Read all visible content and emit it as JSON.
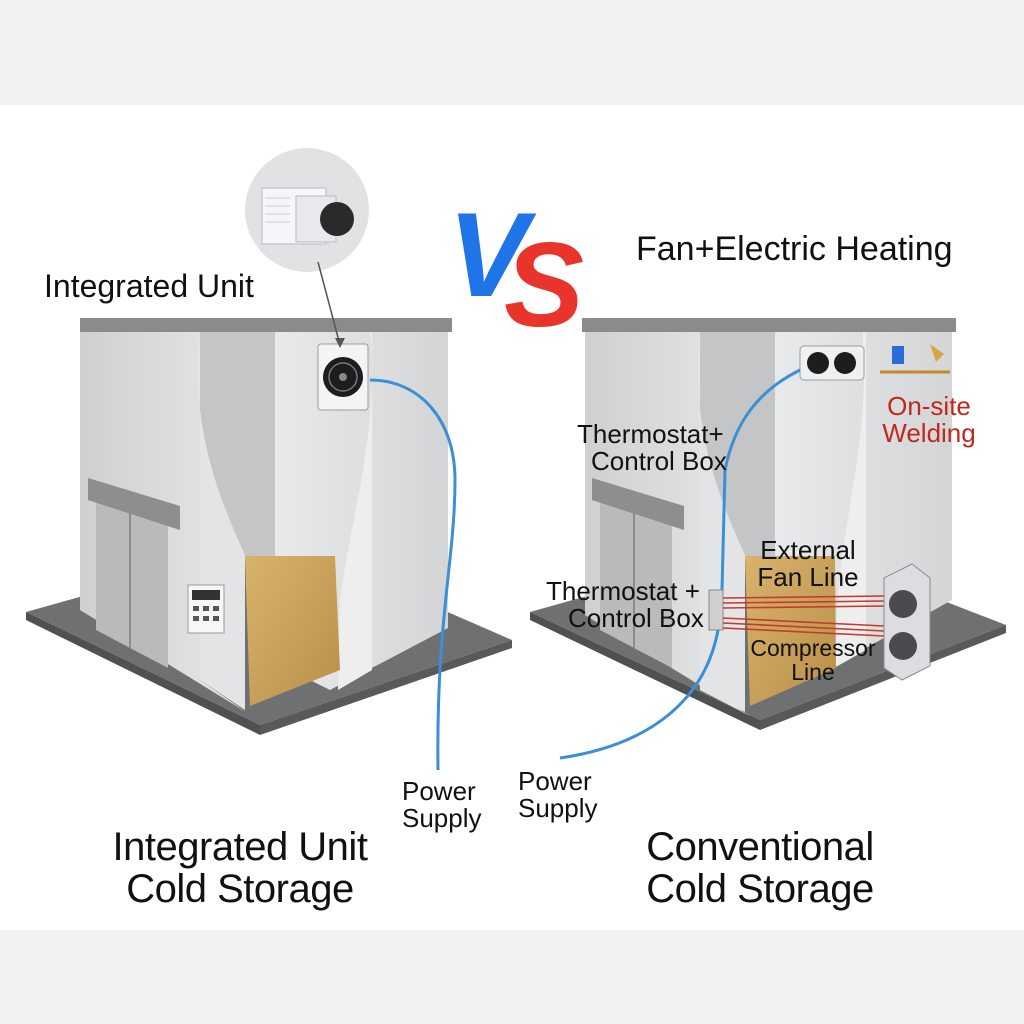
{
  "labels": {
    "integrated_unit": "Integrated Unit",
    "fan_electric_heating": "Fan+Electric Heating",
    "vs": "VS",
    "on_site_welding_1": "On-site",
    "on_site_welding_2": "Welding",
    "thermostat_top_1": "Thermostat+",
    "thermostat_top_2": "Control Box",
    "thermostat_mid_1": "Thermostat +",
    "thermostat_mid_2": "Control Box",
    "external_fan_1": "External",
    "external_fan_2": "Fan Line",
    "compressor_1": "Compressor",
    "compressor_2": "Line",
    "power_left_1": "Power",
    "power_left_2": "Supply",
    "power_right_1": "Power",
    "power_right_2": "Supply",
    "caption_left_1": "Integrated Unit",
    "caption_left_2": "Cold Storage",
    "caption_right_1": "Conventional",
    "caption_right_2": "Cold Storage"
  },
  "colors": {
    "vs_blue": "#1f74e8",
    "vs_red": "#e8342b",
    "power_line": "#3a8fd6",
    "wire_red": "#c23b2e",
    "wall": "#d9dadb",
    "floor_base": "#6f7072",
    "floor_inner": "#c9a25e",
    "red_text": "#c0281f"
  }
}
